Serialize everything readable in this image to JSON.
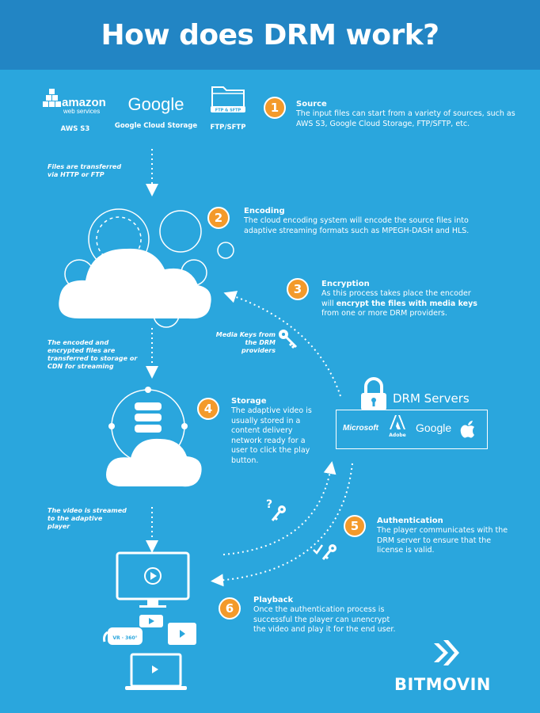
{
  "title": "How does DRM work?",
  "sources": {
    "aws_logo_line1": "amazon",
    "aws_logo_line2": "web services",
    "aws_label": "AWS S3",
    "google_logo": "Google",
    "google_label": "Google Cloud Storage",
    "ftp_badge": "FTP & SFTP",
    "ftp_label": "FTP/SFTP"
  },
  "steps": [
    {
      "num": "1",
      "title": "Source",
      "desc": "The input files can start from a variety of sources, such as AWS S3, Google Cloud Storage, FTP/SFTP, etc."
    },
    {
      "num": "2",
      "title": "Encoding",
      "desc": "The cloud encoding system will encode the source files into adaptive streaming formats such as MPEGH-DASH and HLS."
    },
    {
      "num": "3",
      "title": "Encryption",
      "desc_pre": "As this process takes place the encoder will ",
      "desc_bold": "encrypt the files with media keys",
      "desc_post": " from one or more DRM providers."
    },
    {
      "num": "4",
      "title": "Storage",
      "desc": "The adaptive video is usually stored in a content delivery network ready for a user to click the play button."
    },
    {
      "num": "5",
      "title": "Authentication",
      "desc": "The player communicates with the DRM server to ensure that the license is valid."
    },
    {
      "num": "6",
      "title": "Playback",
      "desc": "Once the authentication process is successful the player can unencrypt the video and play it for the end user."
    }
  ],
  "notes": {
    "transfer": "Files are transferred via HTTP or FTP",
    "storage": "The encoded and encrypted files are transferred to storage or CDN for streaming",
    "stream": "The video is streamed to the adaptive player",
    "media_keys": "Media Keys from the DRM providers"
  },
  "drm": {
    "title": "DRM Servers",
    "microsoft": "Microsoft",
    "adobe": "Adobe",
    "google": "Google"
  },
  "brand": "BITMOVIN",
  "vr_label": "VR · 360°",
  "colors": {
    "background": "#2aa6dd",
    "header": "#2285c4",
    "accent": "#f39a2b"
  }
}
